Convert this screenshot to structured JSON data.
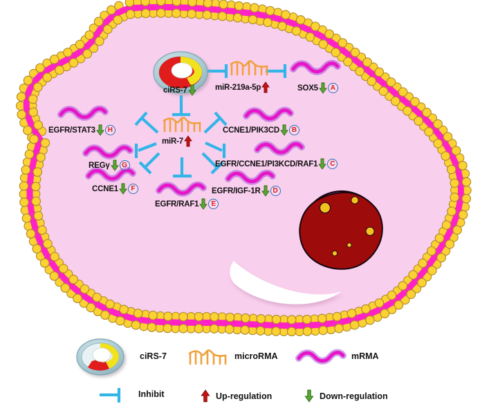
{
  "figure": {
    "kind": "cell-signaling-pathway",
    "subject": "ciRS-7 / microRNA regulatory axis in a cancer cell"
  },
  "colors": {
    "cytoplasm": "#f9cfee",
    "membrane_band": "#ff22c4",
    "membrane_head": "#fcd233",
    "membrane_head_stroke": "#b08a2a",
    "nucleus_fill": "#9e0b0b",
    "nucleus_ring": "#e070e0",
    "nucleus_dot": "#f4c21f",
    "inhibit_blue": "#33b5e8",
    "mrna_magenta": "#e715c8",
    "mrna_glow": "#a94fd8",
    "microrna_orange": "#f0a03c",
    "up_red": "#cc1111",
    "down_green": "#5aa832",
    "tag_circle": "#2b6fb5",
    "tag_letter": "#d81c1c",
    "cirs7_outer": "#a8c9d2",
    "cirs7_red": "#e01b1b",
    "cirs7_yellow": "#f2e21c",
    "cirs7_center": "#ffffff"
  },
  "nodes": [
    {
      "id": "cirs7",
      "label": "ciRS-7",
      "regulation": "down",
      "tag": null,
      "glyph": "circular-rna"
    },
    {
      "id": "mir219a5p",
      "label": "miR-219a-5p",
      "regulation": "up",
      "tag": null,
      "glyph": "microrna"
    },
    {
      "id": "sox5",
      "label": "SOX5",
      "regulation": "down",
      "tag": "A",
      "glyph": "mrna"
    },
    {
      "id": "mir7",
      "label": "miR-7",
      "regulation": "up",
      "tag": null,
      "glyph": "microrna"
    },
    {
      "id": "ccne1pik3cd",
      "label": "CCNE1/PIK3CD",
      "regulation": "down",
      "tag": "B",
      "glyph": "mrna"
    },
    {
      "id": "egfrcombo",
      "label": "EGFR/CCNE1/PI3KCD/RAF1",
      "regulation": "down",
      "tag": "C",
      "glyph": "mrna"
    },
    {
      "id": "egfrigf1r",
      "label": "EGFR/IGF-1R",
      "regulation": "down",
      "tag": "D",
      "glyph": "mrna"
    },
    {
      "id": "egfrraf1",
      "label": "EGFR/RAF1",
      "regulation": "down",
      "tag": "E",
      "glyph": "mrna"
    },
    {
      "id": "ccne1",
      "label": "CCNE1",
      "regulation": "down",
      "tag": "F",
      "glyph": "mrna"
    },
    {
      "id": "regg",
      "label": "REGγ",
      "regulation": "down",
      "tag": "G",
      "glyph": "mrna"
    },
    {
      "id": "egfrstat3",
      "label": "EGFR/STAT3",
      "regulation": "down",
      "tag": "H",
      "glyph": "mrna"
    }
  ],
  "edges": [
    {
      "from": "cirs7",
      "to": "mir219a5p",
      "type": "inhibit"
    },
    {
      "from": "mir219a5p",
      "to": "sox5",
      "type": "inhibit"
    },
    {
      "from": "cirs7",
      "to": "mir7",
      "type": "inhibit"
    },
    {
      "from": "mir7",
      "to": "egfrstat3",
      "type": "inhibit"
    },
    {
      "from": "mir7",
      "to": "regg",
      "type": "inhibit"
    },
    {
      "from": "mir7",
      "to": "ccne1",
      "type": "inhibit"
    },
    {
      "from": "mir7",
      "to": "egfrraf1",
      "type": "inhibit"
    },
    {
      "from": "mir7",
      "to": "egfrigf1r",
      "type": "inhibit"
    },
    {
      "from": "mir7",
      "to": "egfrcombo",
      "type": "inhibit"
    },
    {
      "from": "mir7",
      "to": "ccne1pik3cd",
      "type": "inhibit"
    }
  ],
  "legend": {
    "glyph_items": [
      {
        "icon": "circular-rna-icon",
        "label": "ciRS-7"
      },
      {
        "icon": "microrna-icon",
        "label": "microRMA"
      },
      {
        "icon": "mrna-icon",
        "label": "mRMA"
      }
    ],
    "symbol_items": [
      {
        "icon": "inhibit-icon",
        "label": "Inhibit"
      },
      {
        "icon": "up-arrow-icon",
        "label": "Up-regulation"
      },
      {
        "icon": "down-arrow-icon",
        "label": "Down-regulation"
      }
    ]
  },
  "cell": {
    "membrane_label": "plasma-membrane",
    "nucleus_label": "nucleus",
    "nucleolus_dots": 5
  }
}
